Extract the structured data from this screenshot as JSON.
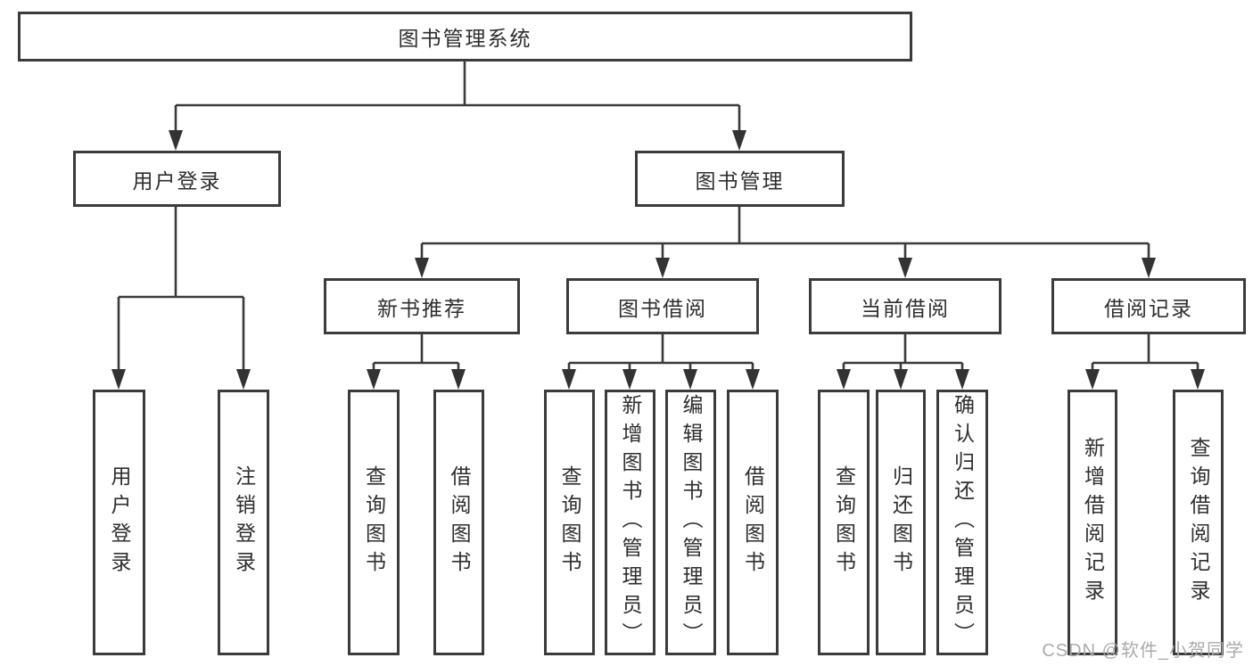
{
  "diagram": {
    "root": {
      "label": "图书管理系统"
    },
    "children": [
      {
        "label": "用户登录",
        "children": [
          {
            "label": "用户登录"
          },
          {
            "label": "注销登录"
          }
        ]
      },
      {
        "label": "图书管理",
        "children": [
          {
            "label": "新书推荐",
            "children": [
              {
                "label": "查询图书"
              },
              {
                "label": "借阅图书"
              }
            ]
          },
          {
            "label": "图书借阅",
            "children": [
              {
                "label": "查询图书"
              },
              {
                "label": "新增图书（管理员）"
              },
              {
                "label": "编辑图书（管理员）"
              },
              {
                "label": "借阅图书"
              }
            ]
          },
          {
            "label": "当前借阅",
            "children": [
              {
                "label": "查询图书"
              },
              {
                "label": "归还图书"
              },
              {
                "label": "确认归还（管理员）"
              }
            ]
          },
          {
            "label": "借阅记录",
            "children": [
              {
                "label": "新增借阅记录"
              },
              {
                "label": "查询借阅记录"
              }
            ]
          }
        ]
      }
    ]
  },
  "watermark": {
    "text": "CSDN @软件_小贺同学"
  },
  "colors": {
    "line": "#3a3a3a",
    "node_border": "#3b3b3b",
    "text": "#2e2e2e",
    "watermark": "#ababab",
    "background": "#ffffff"
  }
}
